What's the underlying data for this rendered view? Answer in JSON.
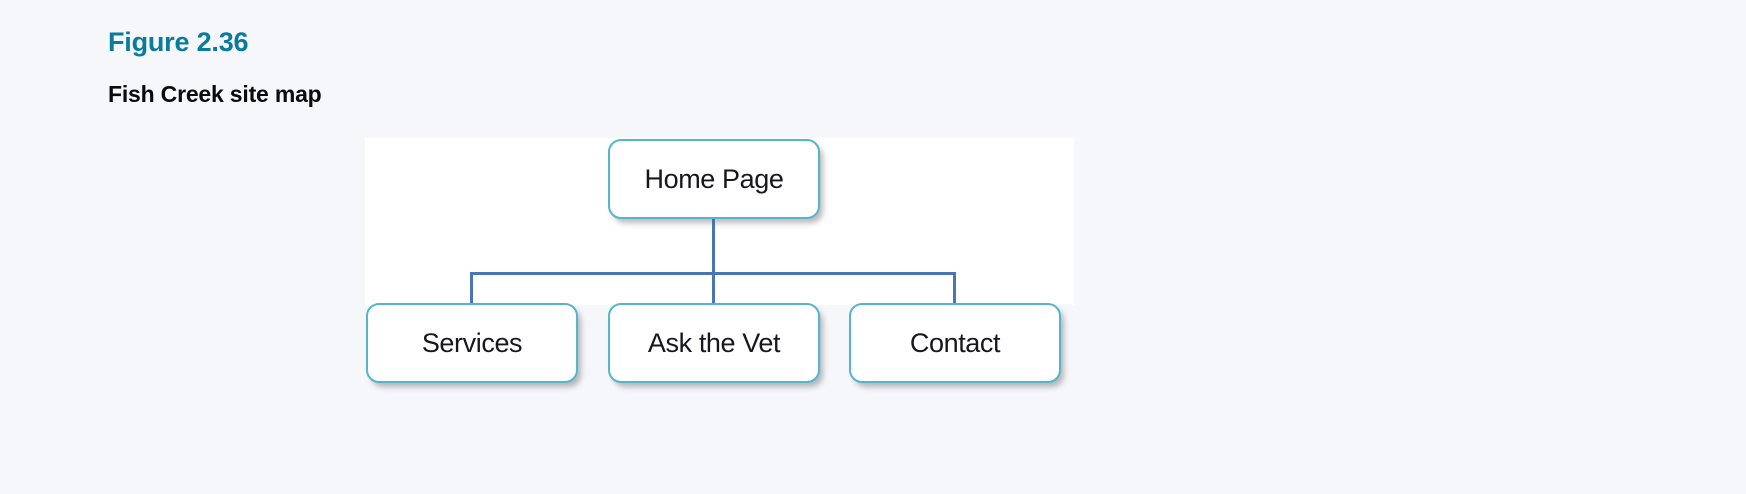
{
  "figure": {
    "label": "Figure 2.36",
    "title": "Fish Creek site map",
    "label_color": "#0a7c9b",
    "title_color": "#0b0b0b",
    "panel_background": "#ffffff",
    "page_background": "#f6f7fb"
  },
  "diagram": {
    "type": "site-map-tree",
    "node_border_color": "#56b4cc",
    "connector_color": "#4a76b8",
    "node_text_color": "#17171c",
    "root": {
      "id": "home-page",
      "label": "Home Page"
    },
    "children": [
      {
        "id": "services",
        "label": "Services"
      },
      {
        "id": "ask-the-vet",
        "label": "Ask the Vet"
      },
      {
        "id": "contact",
        "label": "Contact"
      }
    ]
  }
}
